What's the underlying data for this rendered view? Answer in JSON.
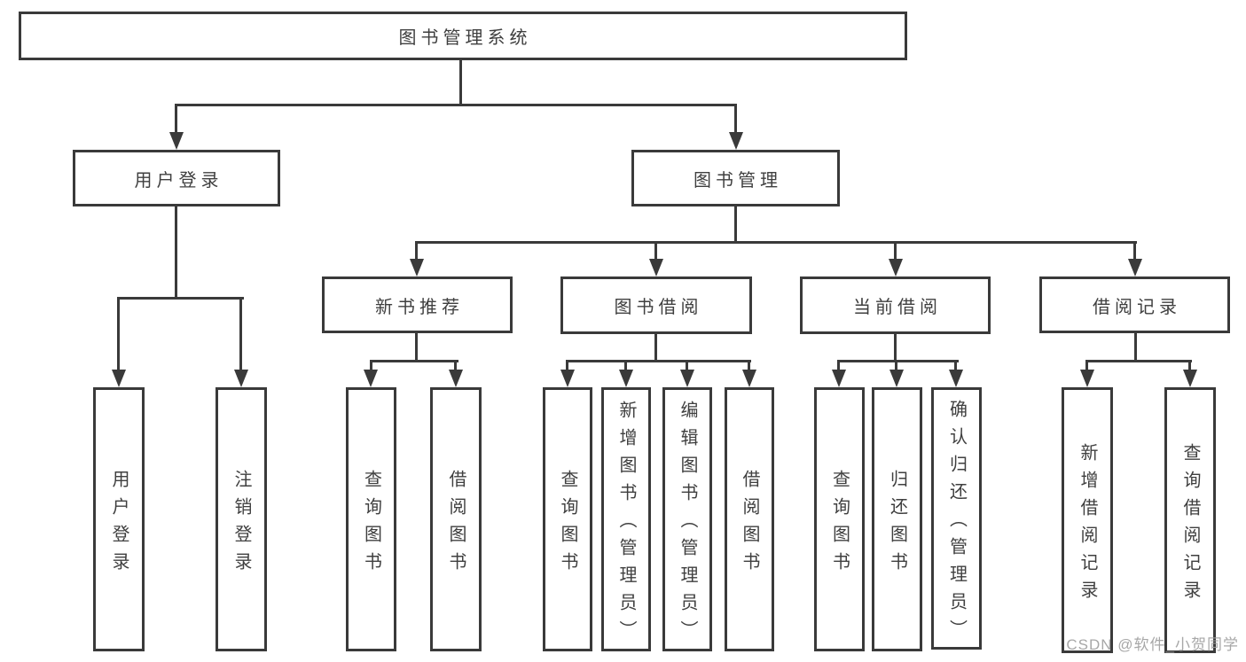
{
  "diagram": {
    "root": {
      "label": "图书管理系统",
      "children": [
        {
          "label": "用户登录",
          "children": [
            {
              "label": "用户登录"
            },
            {
              "label": "注销登录"
            }
          ]
        },
        {
          "label": "图书管理",
          "children": [
            {
              "label": "新书推荐",
              "children": [
                {
                  "label": "查询图书"
                },
                {
                  "label": "借阅图书"
                }
              ]
            },
            {
              "label": "图书借阅",
              "children": [
                {
                  "label": "查询图书"
                },
                {
                  "label": "新增图书（管理员）"
                },
                {
                  "label": "编辑图书（管理员）"
                },
                {
                  "label": "借阅图书"
                }
              ]
            },
            {
              "label": "当前借阅",
              "children": [
                {
                  "label": "查询图书"
                },
                {
                  "label": "归还图书"
                },
                {
                  "label": "确认归还（管理员）"
                }
              ]
            },
            {
              "label": "借阅记录",
              "children": [
                {
                  "label": "新增借阅记录"
                },
                {
                  "label": "查询借阅记录"
                }
              ]
            }
          ]
        }
      ]
    },
    "watermark": "CSDN @软件_小贺同学",
    "colors": {
      "line": "#3a3a3a",
      "text": "#3f3f3f",
      "watermark": "#9e9e9e",
      "background": "#ffffff"
    }
  }
}
